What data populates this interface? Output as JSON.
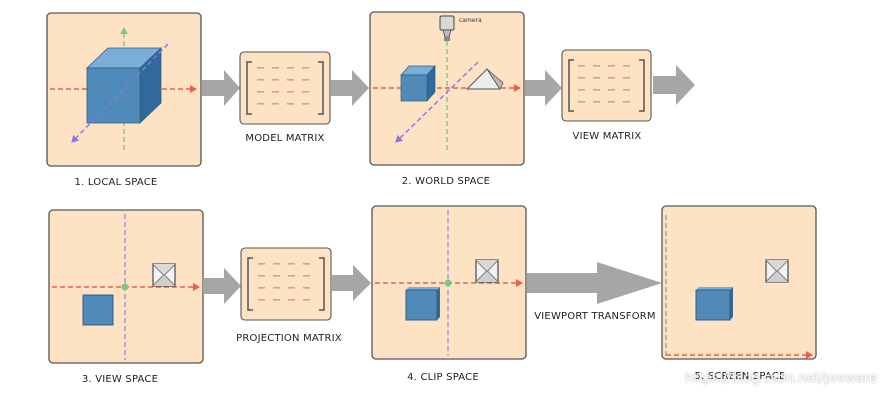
{
  "spaces": {
    "local": "1. LOCAL SPACE",
    "world": "2. WORLD SPACE",
    "view": "3. VIEW SPACE",
    "clip": "4. CLIP SPACE",
    "screen": "5. SCREEN SPACE"
  },
  "matrices": {
    "model": "MODEL MATRIX",
    "view": "VIEW MATRIX",
    "projection": "PROJECTION MATRIX"
  },
  "transforms": {
    "viewport": "VIEWPORT TRANSFORM"
  },
  "camera_label": "camera",
  "watermark": "https://blog.csdn.net/proware",
  "colors": {
    "panel_fill": "#fde3c4",
    "panel_border": "#555555",
    "arrow_gray": "#a6a6a6",
    "axis_red": "#e8604f",
    "axis_green": "#7ec87e",
    "axis_purple": "#8a74e6",
    "cube_front": "#4f8ab8",
    "cube_top": "#7aaed6",
    "cube_side": "#2f6a9a"
  }
}
